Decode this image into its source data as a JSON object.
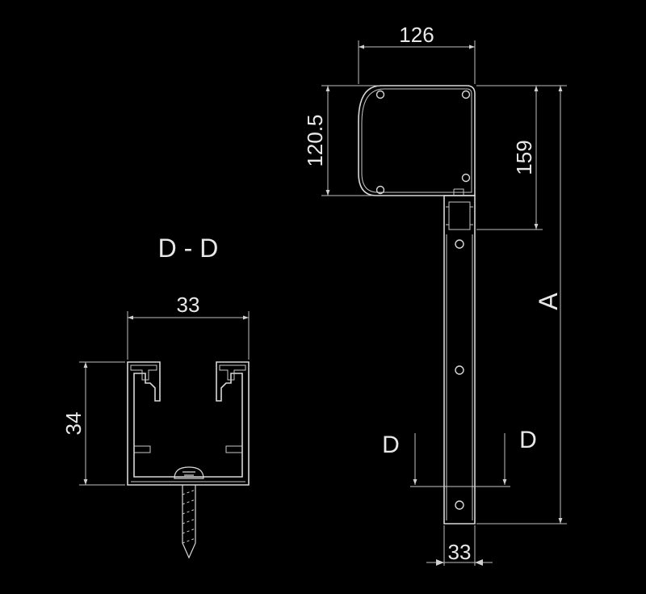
{
  "section": {
    "label": "D - D",
    "width_dim": "33",
    "height_dim": "34"
  },
  "elevation": {
    "head_width_dim": "126",
    "head_height_dim": "120.5",
    "overall_head_dim": "159",
    "total_length_dim": "A",
    "post_width_dim": "33",
    "cut_left_label": "D",
    "cut_right_label": "D"
  },
  "colors": {
    "background": "#000000",
    "line": "#d8d8d8"
  }
}
